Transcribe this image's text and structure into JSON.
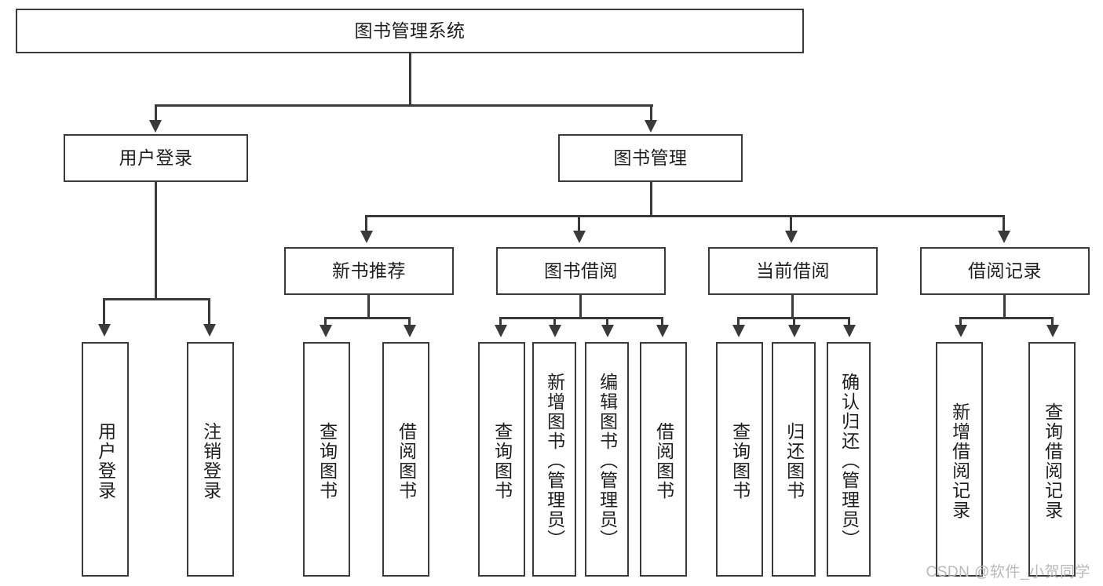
{
  "diagram": {
    "type": "tree-hierarchy",
    "title": "图书管理系统",
    "watermark": "CSDN @软件_小贺同学",
    "colors": {
      "stroke": "#3a3a3a",
      "fill": "#ffffff",
      "text": "#1f1f1f",
      "watermark": "#b9b9b9"
    },
    "root": {
      "label": "图书管理系统"
    },
    "level2": [
      {
        "label": "用户登录"
      },
      {
        "label": "图书管理"
      }
    ],
    "level3": [
      {
        "label": "新书推荐"
      },
      {
        "label": "图书借阅"
      },
      {
        "label": "当前借阅"
      },
      {
        "label": "借阅记录"
      }
    ],
    "leaves": {
      "user_login": [
        {
          "label": "用户登录"
        },
        {
          "label": "注销登录"
        }
      ],
      "new_book": [
        {
          "label": "查询图书"
        },
        {
          "label": "借阅图书"
        }
      ],
      "book_borrow": [
        {
          "label": "查询图书"
        },
        {
          "label": "新增图书（管理员）"
        },
        {
          "label": "编辑图书（管理员）"
        },
        {
          "label": "借阅图书"
        }
      ],
      "current_borrow": [
        {
          "label": "查询图书"
        },
        {
          "label": "归还图书"
        },
        {
          "label": "确认归还（管理员）"
        }
      ],
      "borrow_record": [
        {
          "label": "新增借阅记录"
        },
        {
          "label": "查询借阅记录"
        }
      ]
    }
  }
}
